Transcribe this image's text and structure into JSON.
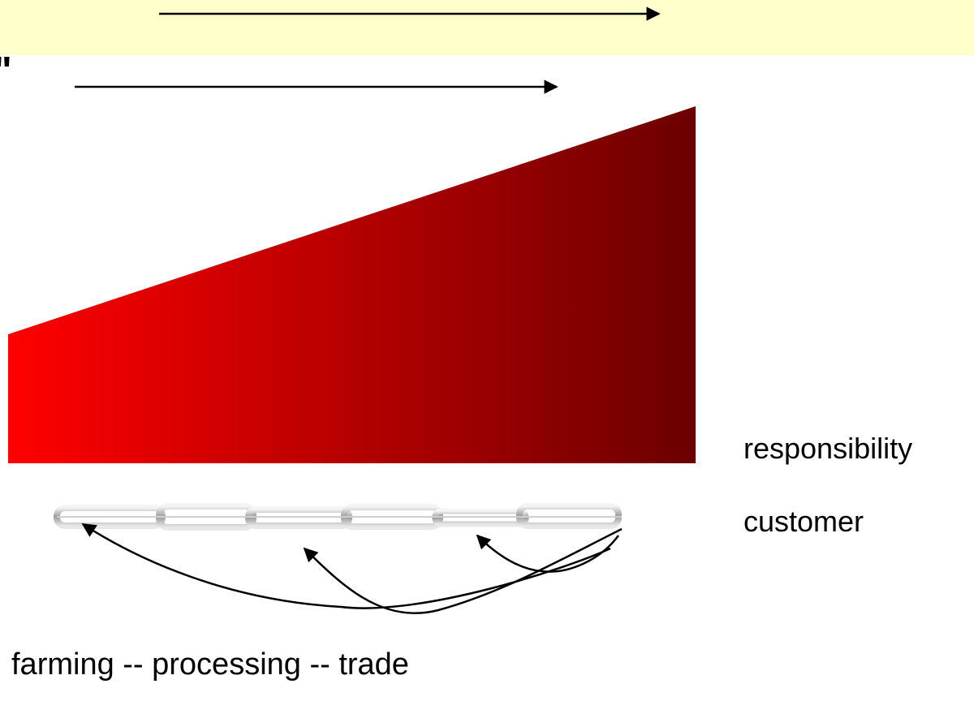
{
  "colors": {
    "top_band": "#FFFFCC",
    "wedge_start": "#FF0000",
    "wedge_end": "#6B0000",
    "ink": "#000000"
  },
  "labels": {
    "responsibility": "responsibility",
    "customer": "customer",
    "chain": "farming -- processing -- trade",
    "cut_glyph": "\""
  },
  "icons": {
    "chain": "chain-links-icon"
  }
}
